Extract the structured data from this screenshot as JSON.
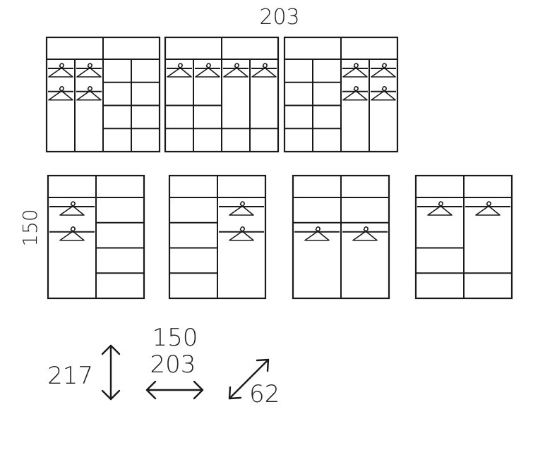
{
  "labels": {
    "top_width": "203",
    "side_height": "150",
    "height": "217",
    "width_small": "150",
    "width_large": "203",
    "depth": "62"
  },
  "colors": {
    "stroke": "#1a1a1a",
    "text": "#222222",
    "background": "#ffffff"
  },
  "wardrobes": [
    {
      "group": "wide",
      "rails": [
        [
          0,
          1
        ],
        [
          0,
          2
        ],
        [
          1,
          1
        ],
        [
          1,
          2
        ]
      ],
      "shelves": [
        [
          2,
          1
        ],
        [
          2,
          2
        ],
        [
          2,
          3
        ],
        [
          3,
          1
        ],
        [
          3,
          2
        ],
        [
          3,
          3
        ]
      ]
    },
    {
      "group": "wide",
      "rails": [
        [
          0,
          1
        ],
        [
          1,
          1
        ],
        [
          2,
          1
        ],
        [
          3,
          1
        ]
      ],
      "shelves": [
        [
          0,
          2
        ],
        [
          0,
          3
        ],
        [
          1,
          2
        ],
        [
          1,
          3
        ],
        [
          2,
          3
        ],
        [
          3,
          3
        ]
      ]
    },
    {
      "group": "wide",
      "rails": [
        [
          2,
          1
        ],
        [
          2,
          2
        ],
        [
          3,
          1
        ],
        [
          3,
          2
        ]
      ],
      "shelves": [
        [
          0,
          1
        ],
        [
          0,
          2
        ],
        [
          0,
          3
        ],
        [
          1,
          1
        ],
        [
          1,
          2
        ],
        [
          1,
          3
        ]
      ]
    },
    {
      "group": "narrow",
      "rails": [
        [
          0,
          1
        ],
        [
          0,
          2
        ]
      ],
      "shelves": [
        [
          1,
          1
        ],
        [
          1,
          2
        ],
        [
          1,
          3
        ]
      ]
    },
    {
      "group": "narrow",
      "rails": [
        [
          1,
          1
        ],
        [
          1,
          2
        ]
      ],
      "shelves": [
        [
          0,
          1
        ],
        [
          0,
          2
        ],
        [
          0,
          3
        ]
      ]
    },
    {
      "group": "narrow",
      "rails": [
        [
          0,
          2
        ],
        [
          1,
          2
        ]
      ],
      "shelves": [
        [
          0,
          1
        ],
        [
          1,
          1
        ]
      ]
    },
    {
      "group": "narrow",
      "rails": [
        [
          0,
          1
        ],
        [
          1,
          1
        ]
      ],
      "shelves": [
        [
          0,
          2
        ],
        [
          0,
          3
        ],
        [
          1,
          3
        ]
      ]
    }
  ]
}
